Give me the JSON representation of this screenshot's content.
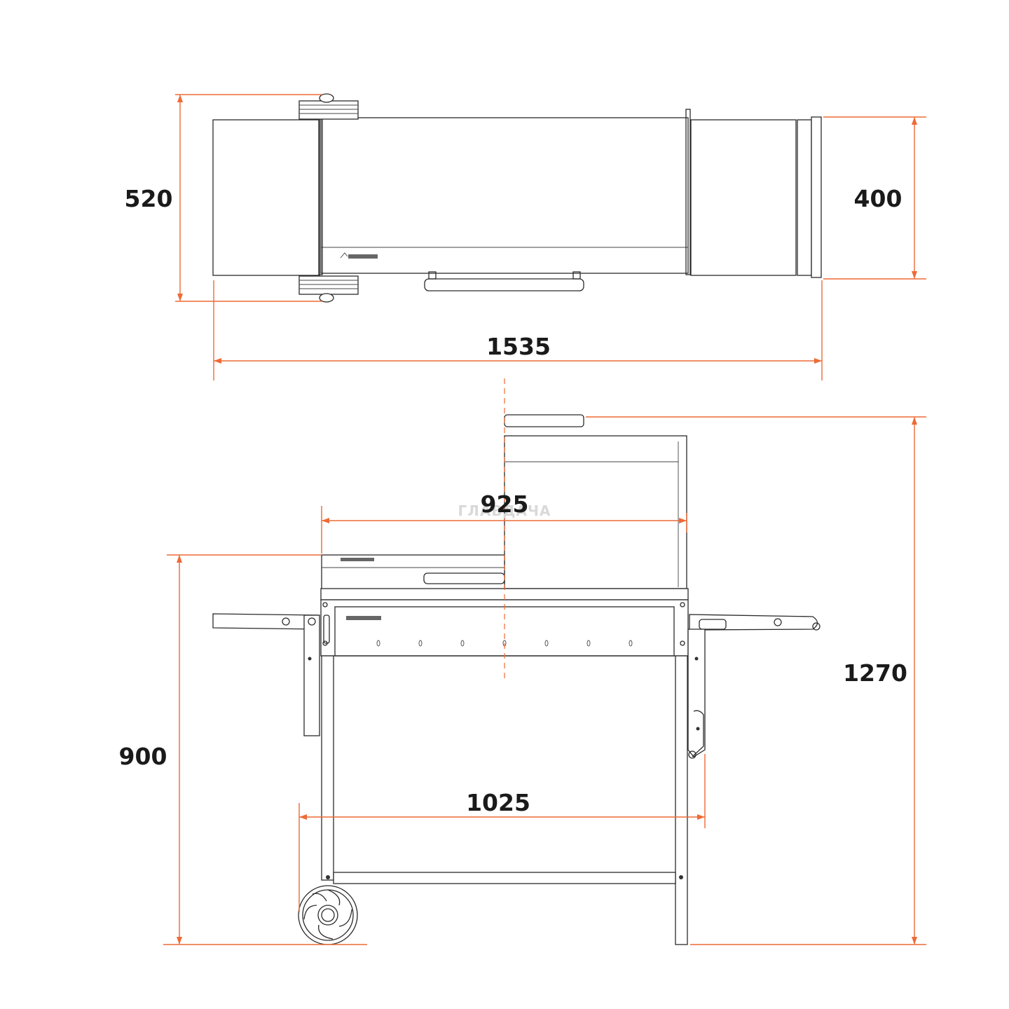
{
  "top_view": {
    "depth_total": "520",
    "side_depth": "400",
    "overall_width": "1535"
  },
  "front_view": {
    "hood_width": "925",
    "total_height": "1270",
    "work_height": "900",
    "base_width": "1025"
  },
  "watermark": "ГЛАВДАЧА",
  "colors": {
    "dimension": "#ee6a35",
    "outline": "#2b2b2b",
    "text": "#1a1a1a"
  }
}
